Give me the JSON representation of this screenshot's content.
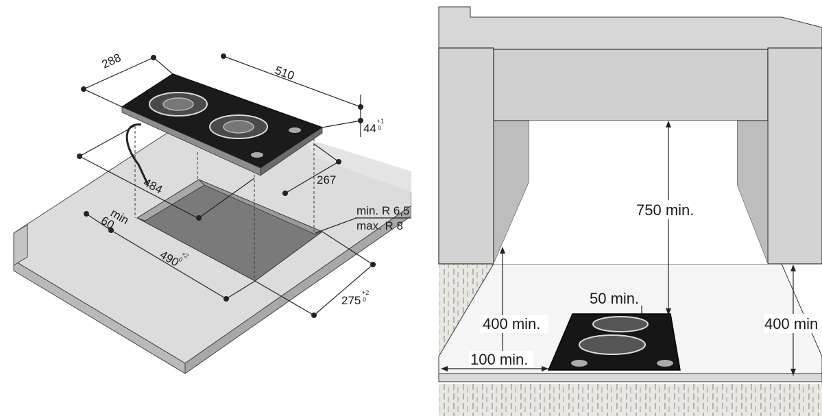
{
  "left_diagram": {
    "dim_width_top": "288",
    "dim_length_top": "510",
    "dim_height": "44",
    "dim_height_tol": "+1",
    "dim_height_tol_low": "0",
    "dim_cut_depth": "267",
    "dim_cut_length": "484",
    "dim_min_label": "min",
    "dim_min_value": "60",
    "dim_cutout_width": "490",
    "dim_cutout_width_tol": "+2",
    "dim_cutout_width_tol_low": "0",
    "dim_cutout_depth": "275",
    "dim_cutout_depth_tol": "+2",
    "dim_cutout_depth_tol_low": "0",
    "radius_min": "min. R 6,5",
    "radius_max": "max. R 8"
  },
  "right_diagram": {
    "clear_above": "750 min.",
    "side_gap": "50 min.",
    "cabinet_left_height": "400 min.",
    "cabinet_right_height": "400 min",
    "wall_gap": "100 min."
  },
  "colors": {
    "counter_top": "#dcdcdc",
    "counter_edge": "#bdbdbd",
    "cutout": "#7a7a7a",
    "hob_glass": "#1b1b1b",
    "cabinet_front": "#cfcfcf",
    "cabinet_side": "#bcbcbc",
    "wall_hatch": "#e8e6e2"
  }
}
